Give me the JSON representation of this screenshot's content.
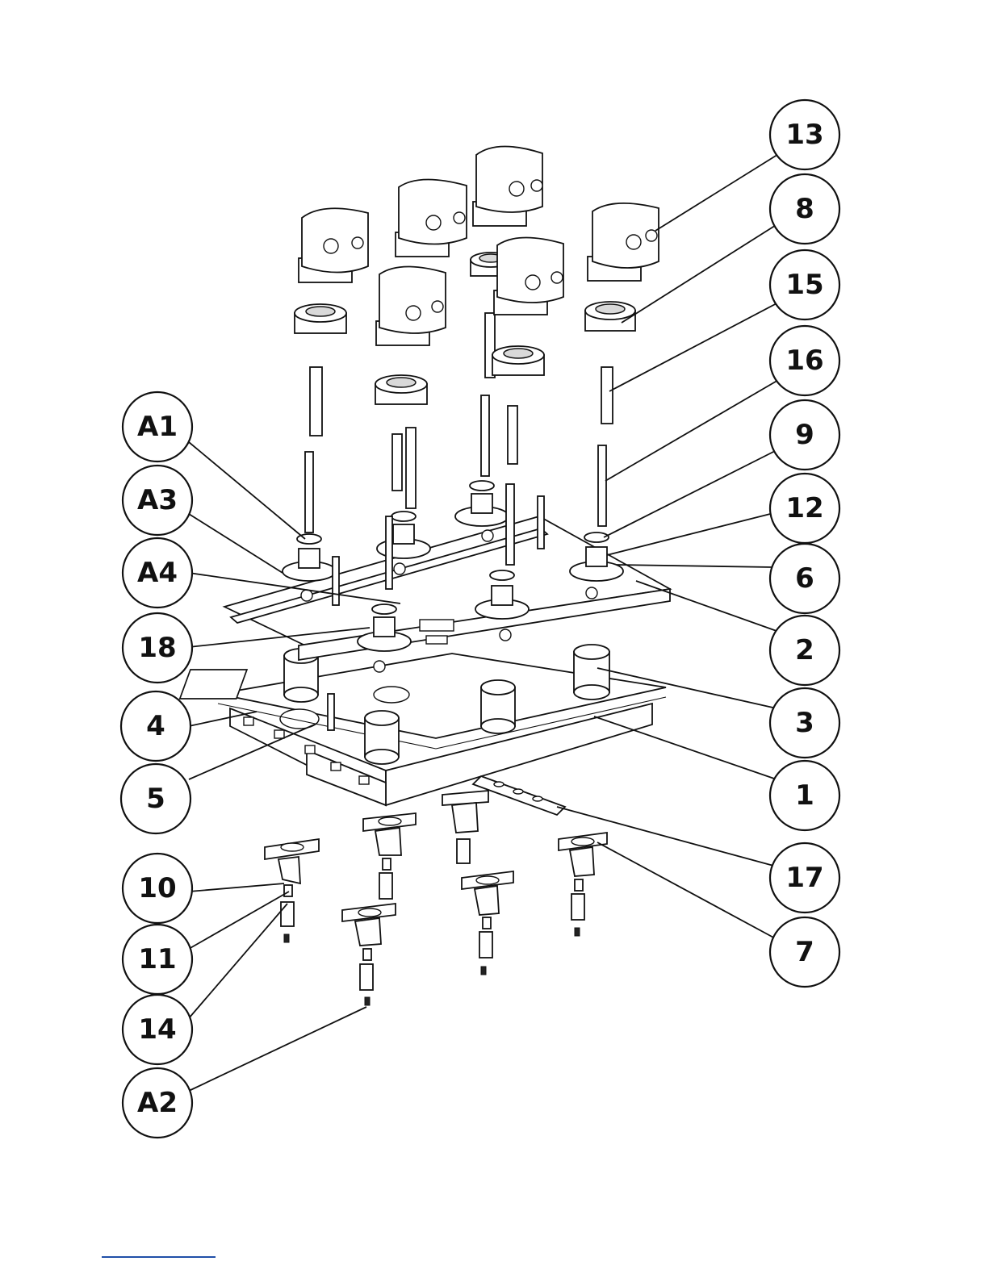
{
  "diagram": {
    "balloons_left": [
      {
        "id": "A1"
      },
      {
        "id": "A3"
      },
      {
        "id": "A4"
      },
      {
        "id": "18"
      },
      {
        "id": "4"
      },
      {
        "id": "5"
      },
      {
        "id": "10"
      },
      {
        "id": "11"
      },
      {
        "id": "14"
      },
      {
        "id": "A2"
      }
    ],
    "balloons_right": [
      {
        "id": "13"
      },
      {
        "id": "8"
      },
      {
        "id": "15"
      },
      {
        "id": "16"
      },
      {
        "id": "9"
      },
      {
        "id": "12"
      },
      {
        "id": "6"
      },
      {
        "id": "2"
      },
      {
        "id": "3"
      },
      {
        "id": "1"
      },
      {
        "id": "17"
      },
      {
        "id": "7"
      }
    ]
  },
  "colors": {
    "line": "#111111",
    "shade": "#d9d9d9",
    "footer_rule": "#1f4fa8"
  }
}
